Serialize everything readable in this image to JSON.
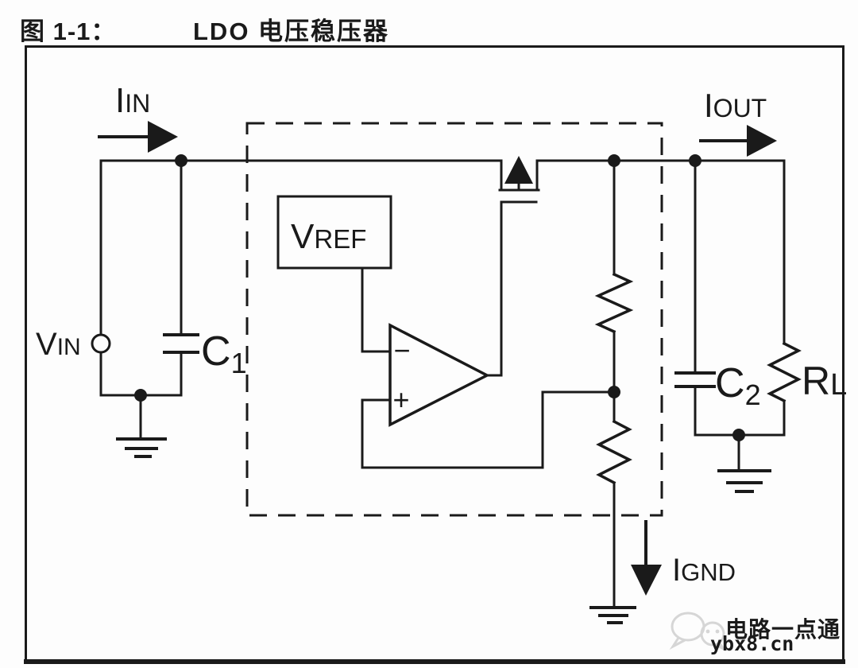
{
  "title": {
    "figure_label": "图 1-1：",
    "figure_title": "LDO 电压稳压器"
  },
  "labels": {
    "iin": {
      "main": "I",
      "sub": "IN"
    },
    "iout": {
      "main": "I",
      "sub": "OUT"
    },
    "ignd": {
      "main": "I",
      "sub": "GND"
    },
    "vin": {
      "main": "V",
      "sub": "IN"
    },
    "vref": {
      "main": "V",
      "sub": "REF"
    },
    "c1": {
      "main": "C",
      "sub": "1"
    },
    "c2": {
      "main": "C",
      "sub": "2"
    },
    "rl": {
      "main": "R",
      "sub": "L"
    },
    "opamp": {
      "minus": "−",
      "plus": "+"
    }
  },
  "watermark": {
    "icon": "wechat-icon",
    "brand": "电路一点通",
    "site": "ybx8.cn"
  },
  "colors": {
    "line": "#1a1a1a",
    "background": "#fdfdfd",
    "watermark_light": "#d9d9d9",
    "watermark_dark": "#838383"
  }
}
